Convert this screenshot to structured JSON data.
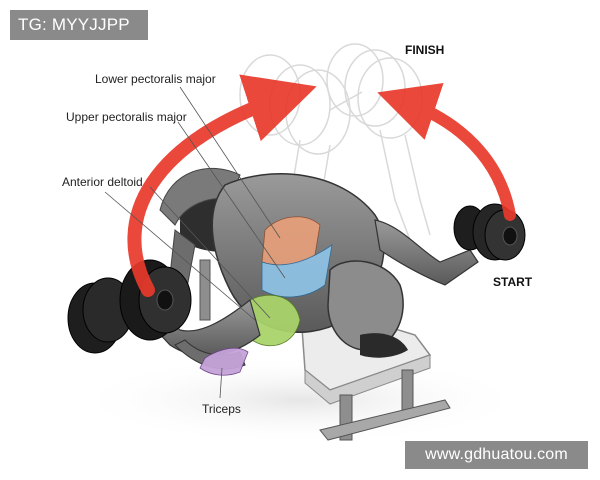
{
  "watermark_top": "TG: MYYJJPP",
  "watermark_bottom": "www.gdhuatou.com",
  "labels": {
    "lower_pec": "Lower pectoralis major",
    "upper_pec": "Upper pectoralis major",
    "anterior_deltoid": "Anterior deltoid",
    "triceps": "Triceps",
    "finish": "FINISH",
    "start": "START"
  },
  "colors": {
    "arrow": "#e8392b",
    "lower_pec_fill": "#e9a07a",
    "upper_pec_fill": "#8fc3e6",
    "deltoid_fill": "#a9d36a",
    "triceps_fill": "#c5a3d8",
    "watermark_bg": "#8a8a8a"
  }
}
